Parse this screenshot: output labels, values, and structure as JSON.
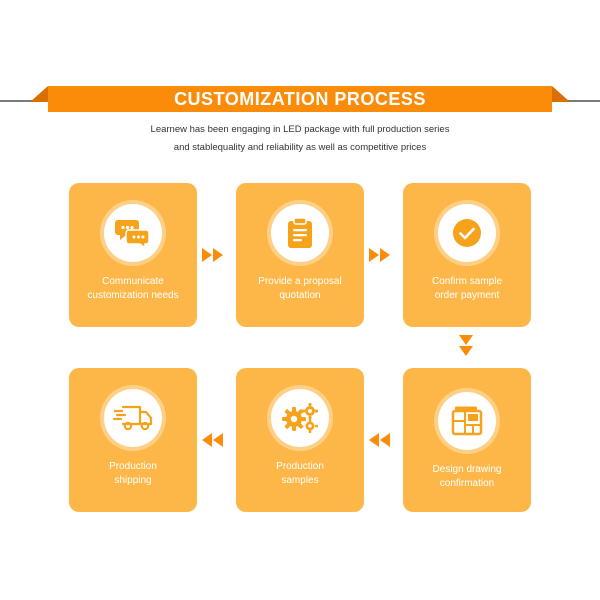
{
  "header": {
    "title": "CUSTOMIZATION PROCESS",
    "subtitle_line1": "Learnew has been engaging in LED package with full production series",
    "subtitle_line2": "and stablequality and reliability as well as competitive prices"
  },
  "colors": {
    "accent": "#fb8c0a",
    "card": "#fdb748",
    "icon": "#f7a21b"
  },
  "steps": [
    {
      "icon": "chat-bubbles-icon",
      "line1": "Communicate",
      "line2": "customization needs"
    },
    {
      "icon": "clipboard-icon",
      "line1": "Provide a proposal",
      "line2": "quotation"
    },
    {
      "icon": "checkmark-icon",
      "line1": "Confirm sample",
      "line2": "order payment"
    },
    {
      "icon": "blueprint-icon",
      "line1": "Design drawing",
      "line2": "confirmation"
    },
    {
      "icon": "gears-icon",
      "line1": "Production",
      "line2": "samples"
    },
    {
      "icon": "delivery-truck-icon",
      "line1": "Production",
      "line2": "shipping"
    }
  ]
}
